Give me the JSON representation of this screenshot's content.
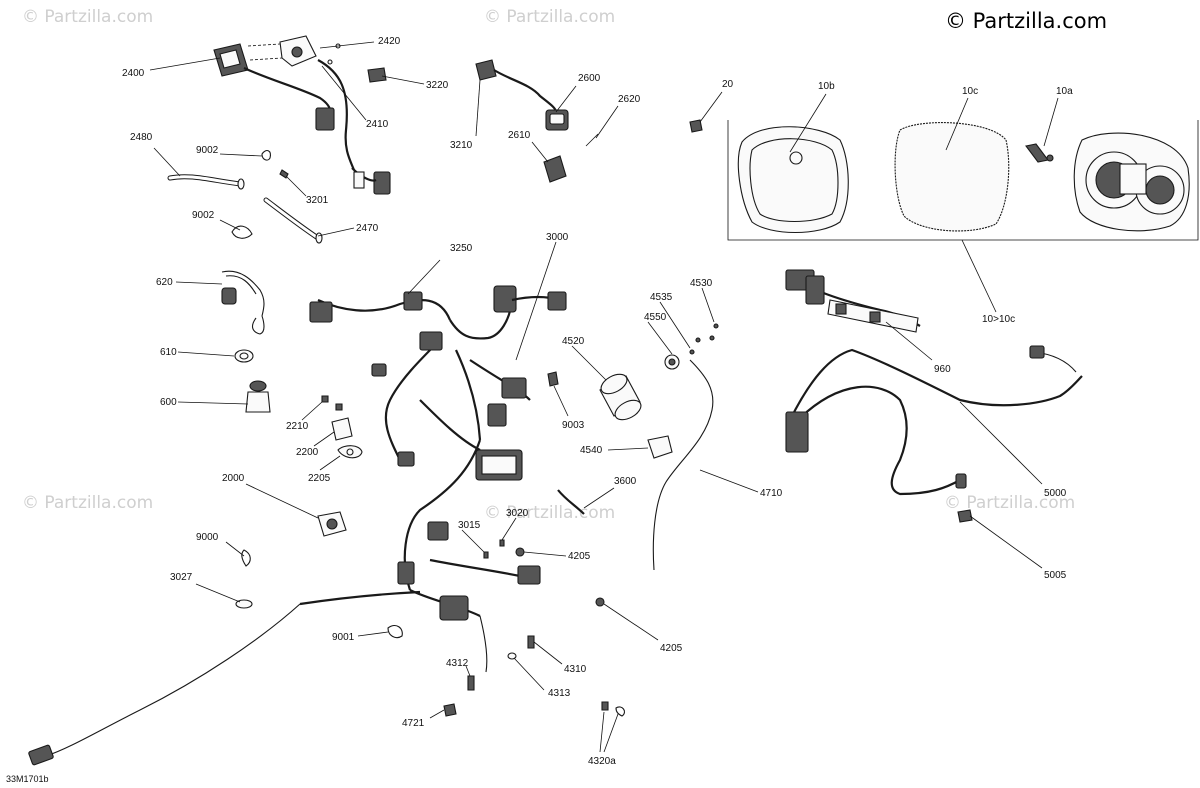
{
  "copyright": "© Partzilla.com",
  "watermark_text": "© Partzilla.com",
  "diagram_code": "33M1701b",
  "callouts": {
    "c2400": "2400",
    "c2420": "2420",
    "c2410": "2410",
    "c3220": "3220",
    "c2480": "2480",
    "c9002a": "9002",
    "c3201": "3201",
    "c9002b": "9002",
    "c2470": "2470",
    "c3210": "3210",
    "c2600": "2600",
    "c2620": "2620",
    "c2610": "2610",
    "c20": "20",
    "c10b": "10b",
    "c10c": "10c",
    "c10a": "10a",
    "c10to10c": "10>10c",
    "c620": "620",
    "c3250": "3250",
    "c3000": "3000",
    "c610": "610",
    "c600": "600",
    "c2210": "2210",
    "c2200": "2200",
    "c2205": "2205",
    "c4535": "4535",
    "c4530": "4530",
    "c4550": "4550",
    "c4520": "4520",
    "c9003": "9003",
    "c960": "960",
    "c4540": "4540",
    "c4710": "4710",
    "c5000": "5000",
    "c2000": "2000",
    "c3600": "3600",
    "c3015": "3015",
    "c3020": "3020",
    "c4205a": "4205",
    "c9000": "9000",
    "c3027": "3027",
    "c5005": "5005",
    "c4205b": "4205",
    "c9001": "9001",
    "c4312": "4312",
    "c4310": "4310",
    "c4313": "4313",
    "c4721": "4721",
    "c4320a": "4320a"
  }
}
